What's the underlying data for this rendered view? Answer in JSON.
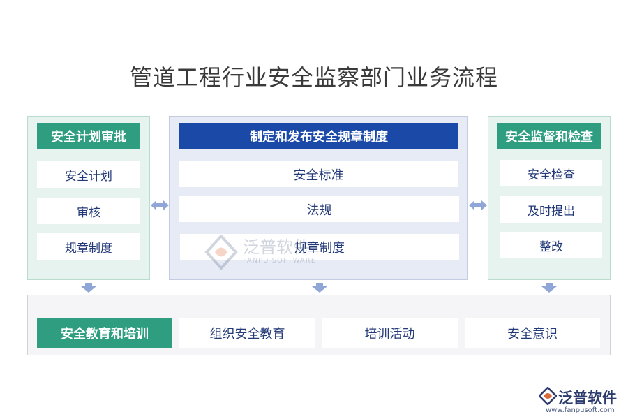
{
  "title": "管道工程行业安全监察部门业务流程",
  "left_panel": {
    "header": "安全计划审批",
    "items": [
      "安全计划",
      "审核",
      "规章制度"
    ]
  },
  "center_panel": {
    "header": "制定和发布安全规章制度",
    "items": [
      "安全标准",
      "法规",
      "规章制度"
    ]
  },
  "right_panel": {
    "header": "安全监督和检查",
    "items": [
      "安全检查",
      "及时提出",
      "整改"
    ]
  },
  "bottom_panel": {
    "header": "安全教育和培训",
    "items": [
      "组织安全教育",
      "培训活动",
      "安全意识"
    ]
  },
  "watermark": {
    "name": "泛普软件",
    "sub": "FANPU SOFTWARE"
  },
  "logo": {
    "name": "泛普软件",
    "url": "www.fanpusoft.com"
  },
  "colors": {
    "green": "#2f9e80",
    "blue": "#1b49a8",
    "text": "#233a78",
    "arrow": "#8fa6d6"
  }
}
